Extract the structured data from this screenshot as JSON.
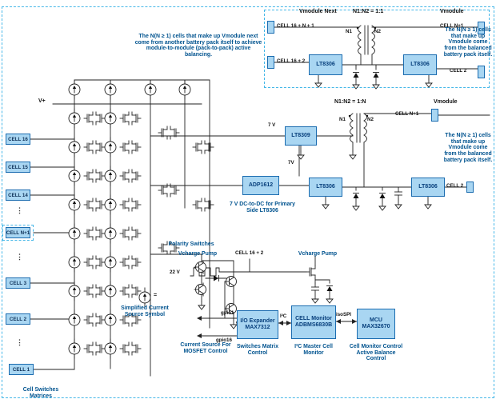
{
  "colors": {
    "block_fill": "#a9d6f2",
    "block_border": "#1b6cb0",
    "note_text": "#00538f",
    "dashed_border": "#45b7e8"
  },
  "left": {
    "v_plus": "V+",
    "cells": [
      "CELL 16",
      "CELL 15",
      "CELL 14",
      "CELL N+1",
      "CELL 3",
      "CELL 2",
      "CELL 1"
    ],
    "dots": "⋮",
    "caption": "Cell Switches Matrices"
  },
  "top": {
    "vmodule_next": "Vmodule Next",
    "ratio": "N1:N2 = 1:1",
    "vmodule": "Vmodule",
    "n1": "N1",
    "n2": "N2",
    "cell_a": "CELL 16 + N + 1",
    "cell_b": "CELL 16 + 2",
    "cell_c": "CELL N+1",
    "cell_d": "CELL 2",
    "chip_left": "LT8306",
    "chip_right": "LT8306",
    "note_left": "The N(N ≥ 1) cells that make up Vmodule next come from another battery pack itself to achieve module-to-module (pack-to-pack) active balancing.",
    "note_right": "The N(N ≥ 1) cells that make up Vmodule come from the balanced battery pack itself."
  },
  "mid": {
    "ratio": "N1:N2 = 1:N",
    "vmodule": "Vmodule",
    "n1": "N1",
    "n2": "N2",
    "cell_n1": "CELL N+1",
    "cell_2": "CELL 2",
    "v7_a": "7 V",
    "v7_b": "7V",
    "lt8309": "LT8309",
    "adp1612": "ADP1612",
    "lt8306_a": "LT8306",
    "lt8306_b": "LT8306",
    "dcdc_note": "7 V DC-to-DC for Primary Side LT8306",
    "note_right": "The N(N ≥ 1) cells that make up Vmodule come from the balanced battery pack itself."
  },
  "ctl": {
    "polarity": "Polarity Switches",
    "vcharge_a": "Vcharge Pump",
    "vcharge_b": "Vcharge Pump",
    "cell_16_2": "CELL 16 + 2",
    "v22": "22 V",
    "eq": "=",
    "simplified": "Simplified Current Source Symbol",
    "cs_note": "Current Source For MOSFET Control",
    "gpio1_a": "gpio1",
    "gpio1_b": "gpio1",
    "gpio16": "gpio16",
    "i2c": "I²C",
    "isospi": "isoSPI"
  },
  "blocks": {
    "expander": {
      "l1": "I/O Expander",
      "l2": "MAX7312",
      "caption": "Switches Matrix Control"
    },
    "monitor": {
      "l1": "CELL Monitor",
      "l2": "ADBMS6830B",
      "caption": "I²C Master Cell Monitor"
    },
    "mcu": {
      "l1": "MCU",
      "l2": "MAX32670",
      "caption": "Cell Monitor Control Active Balance Control"
    }
  }
}
